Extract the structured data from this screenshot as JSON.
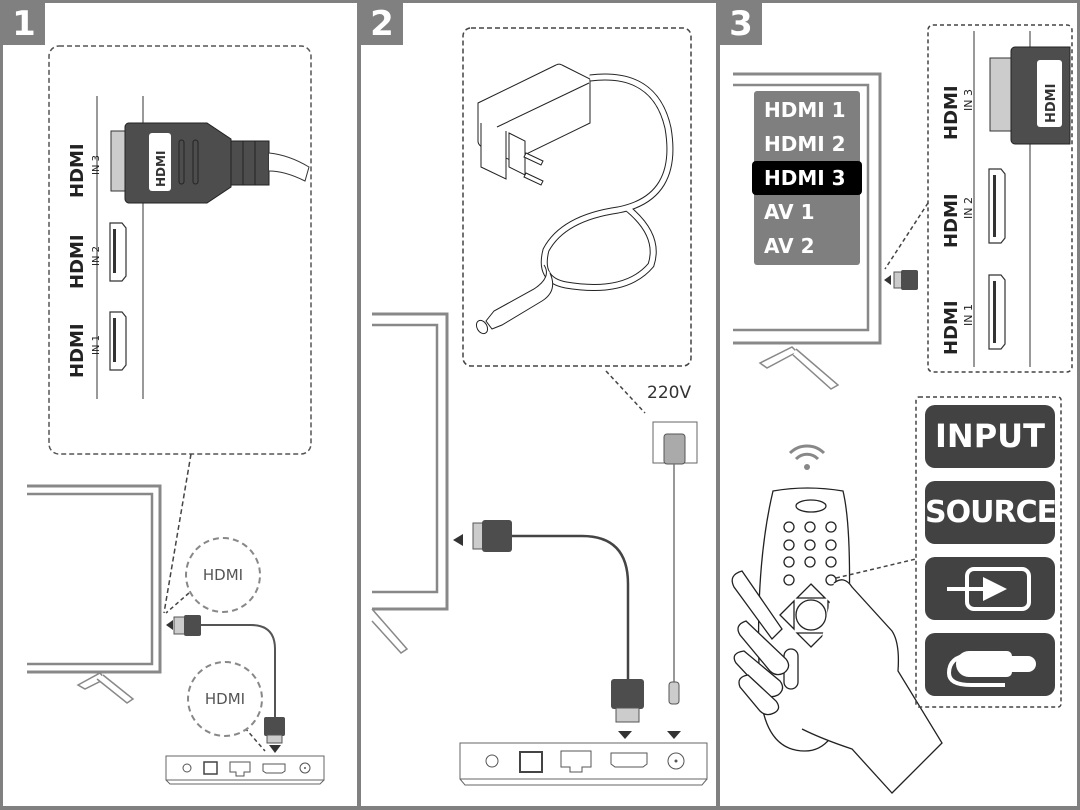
{
  "steps": [
    {
      "number": "1",
      "ports": [
        "HDMI IN 3",
        "HDMI IN 2",
        "HDMI IN 1"
      ],
      "hdmi_logo": "HDMI",
      "port_sub": [
        "IN 3",
        "IN 2",
        "IN 1"
      ],
      "callouts": [
        "HDMI",
        "HDMI"
      ]
    },
    {
      "number": "2",
      "voltage_label": "220V"
    },
    {
      "number": "3",
      "input_menu": {
        "items": [
          "HDMI 1",
          "HDMI 2",
          "HDMI 3",
          "AV 1",
          "AV 2"
        ],
        "selected": "HDMI 3"
      },
      "port_sub": [
        "IN 3",
        "IN 2",
        "IN 1"
      ],
      "hdmi_logo": "HDMI",
      "remote_buttons": [
        {
          "label": "INPUT",
          "icon": "text"
        },
        {
          "label": "SOURCE",
          "icon": "text"
        },
        {
          "label": "",
          "icon": "input-arrow-icon"
        },
        {
          "label": "",
          "icon": "cable-plug-icon"
        }
      ]
    }
  ],
  "colors": {
    "frame": "#808080",
    "connector_dark": "#4d4d4d",
    "connector_light": "#c8c8c8",
    "button_bg": "#424242",
    "menu_bg": "#7f7f7f",
    "menu_selected": "#000000"
  }
}
